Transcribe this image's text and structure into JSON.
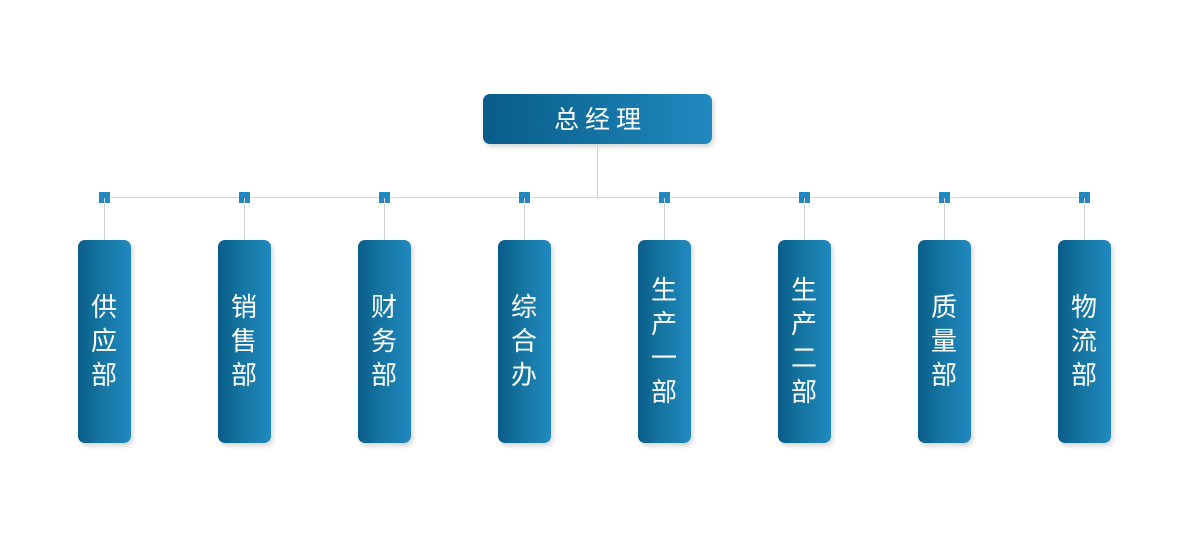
{
  "chart": {
    "type": "org-chart",
    "title": "",
    "background_color": "#ffffff",
    "accent_color": "#2189c0",
    "gradient_start": "#0a5c8a",
    "gradient_end": "#2189c0",
    "connector_color": "#d9d9d9",
    "text_color": "#ffffff",
    "root": {
      "label": "总经理",
      "orientation": "horizontal"
    },
    "departments": [
      {
        "label": "供应部",
        "chars": 3
      },
      {
        "label": "销售部",
        "chars": 3
      },
      {
        "label": "财务部",
        "chars": 3
      },
      {
        "label": "综合办",
        "chars": 3
      },
      {
        "label": "生产一部",
        "chars": 4
      },
      {
        "label": "生产二部",
        "chars": 4
      },
      {
        "label": "质量部",
        "chars": 3
      },
      {
        "label": "物流部",
        "chars": 3
      }
    ],
    "layout": {
      "levels": 2,
      "child_count": 8,
      "orientation": "vertical-text-children",
      "connector_style": "elbow-bus"
    }
  }
}
